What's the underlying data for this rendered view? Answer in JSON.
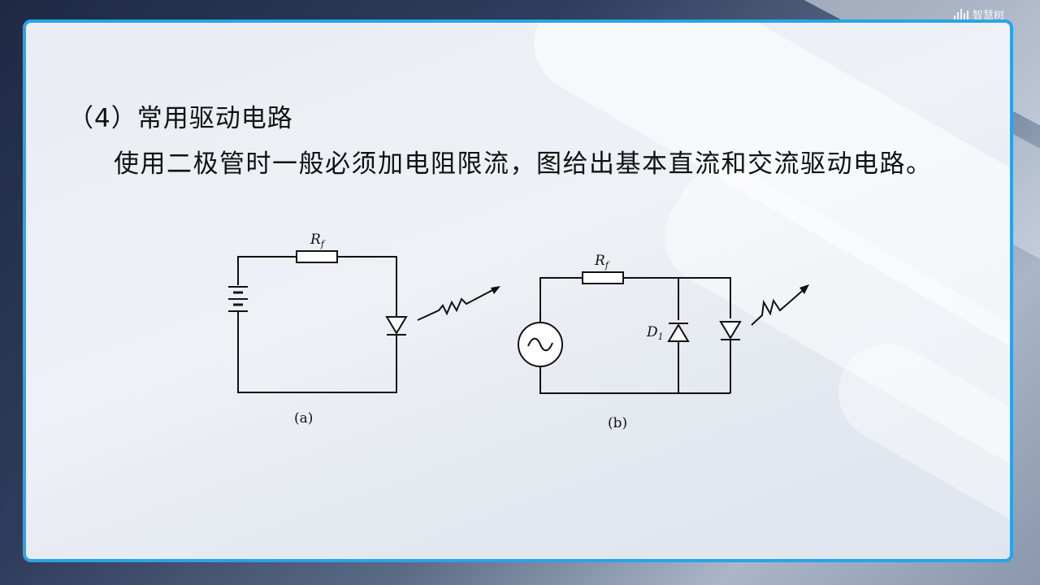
{
  "watermark": {
    "brand": "智慧树"
  },
  "slide": {
    "heading": "（4）常用驱动电路",
    "paragraph": "使用二极管时一般必须加电阻限流，图给出基本直流和交流驱动电路。"
  },
  "figure_a": {
    "resistor_label": "R",
    "resistor_sub": "f",
    "caption": "(a)"
  },
  "figure_b": {
    "resistor_label": "R",
    "resistor_sub": "f",
    "diode_label": "D",
    "diode_sub": "1",
    "caption": "(b)"
  },
  "colors": {
    "frame": "#2aa3e6",
    "text": "#111111"
  }
}
